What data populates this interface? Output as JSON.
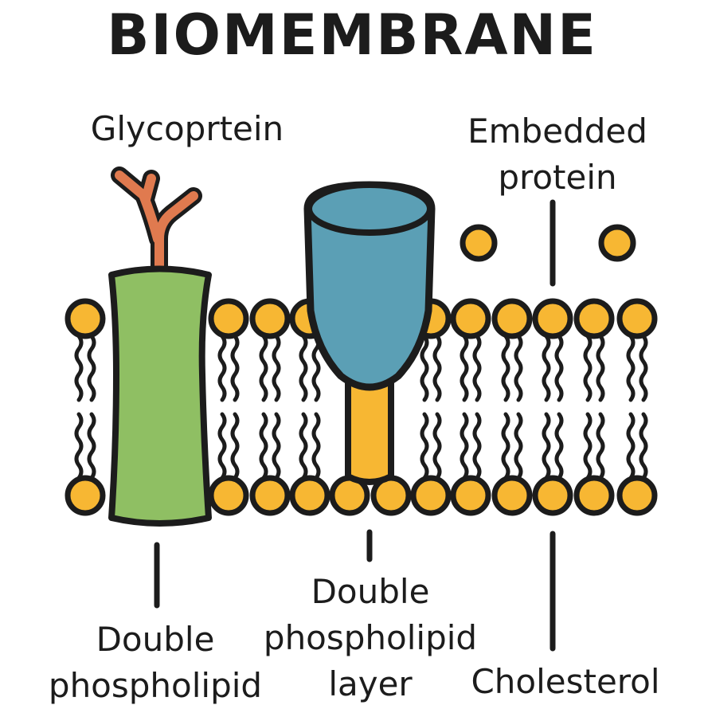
{
  "title": "BIOMEMBRANE",
  "labels": {
    "glycoprotein": "Glycoprtein",
    "embedded_protein": [
      "Embedded",
      "protein"
    ],
    "double_phospholipid_left": [
      "Double",
      "phospholipid"
    ],
    "double_phospholipid_layer": [
      "Double",
      "phospholipid",
      "layer"
    ],
    "cholesterol": "Cholesterol"
  },
  "colors": {
    "phospholipid_head": "#f7b733",
    "glycoprotein_body": "#8fbf63",
    "glycoprotein_branch": "#e07a4f",
    "channel_protein": "#5b9fb5",
    "channel_stem": "#f7b733",
    "outline": "#1c1c1c"
  }
}
